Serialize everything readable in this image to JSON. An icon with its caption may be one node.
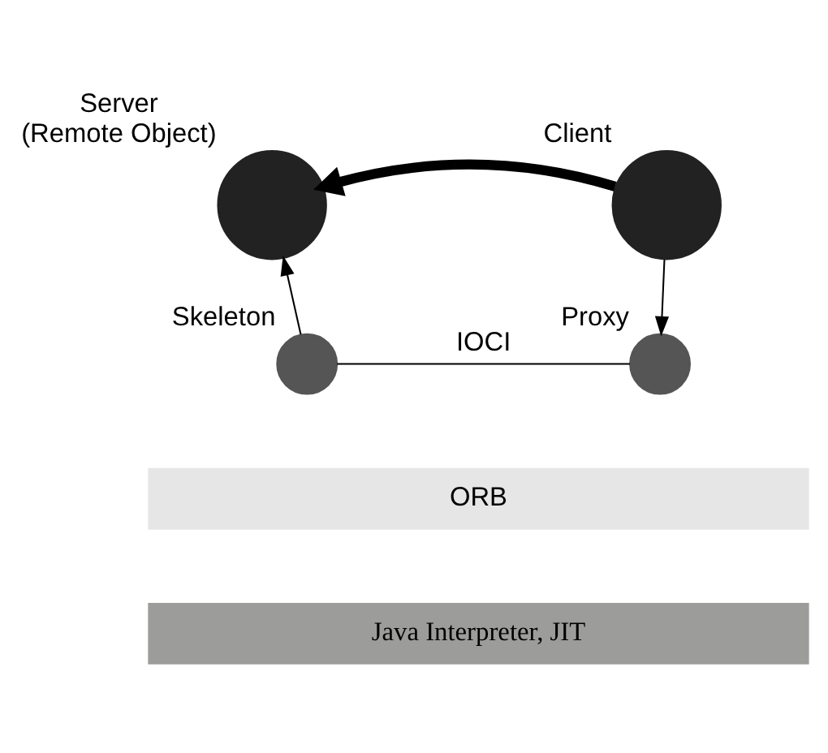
{
  "diagram": {
    "nodes": [
      {
        "text": [
          "Server",
          "(Remote Object)"
        ]
      },
      {
        "text": [
          "Client"
        ]
      },
      {
        "text": [
          "Skeleton"
        ]
      },
      {
        "text": [
          "Proxy"
        ]
      },
      {
        "text": [
          "ORB"
        ]
      },
      {
        "text": [
          "Java Interpreter, JIT"
        ]
      }
    ],
    "edges": [
      {
        "from": 1,
        "to": 0,
        "arrow": "to",
        "style": "thick"
      },
      {
        "from": 2,
        "to": 0,
        "arrow": "to"
      },
      {
        "from": 1,
        "to": 3,
        "arrow": "to"
      },
      {
        "from": 3,
        "to": 2,
        "arrow": "none",
        "label": "IOCI"
      }
    ]
  }
}
